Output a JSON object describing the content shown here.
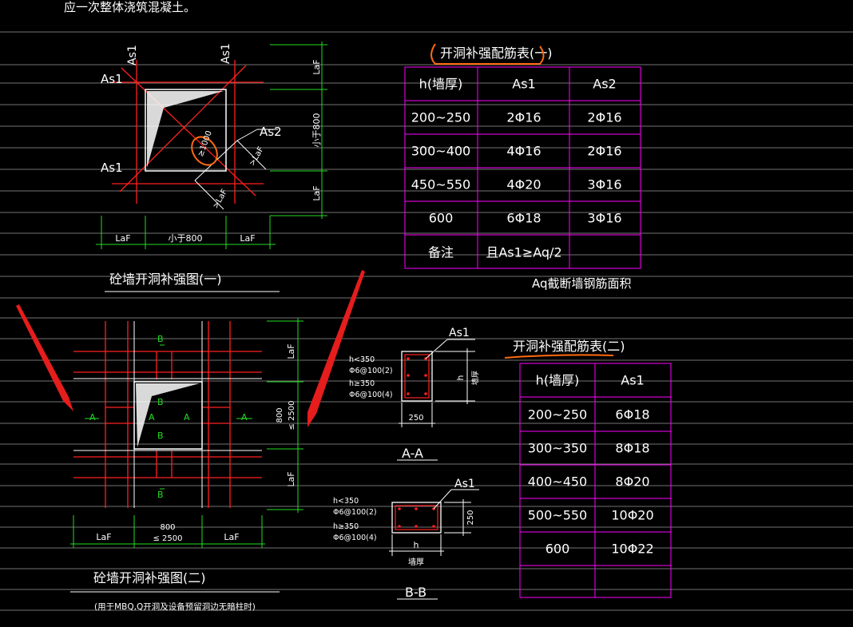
{
  "top_note": "应一次整体浇筑混凝土。",
  "diagram1": {
    "caption": "砼墙开洞补强图(一)",
    "as1_left_top": "As1",
    "as1_diag_top_left": "As1",
    "as1_diag_top_right": "As1",
    "as1_left_bottom": "As1",
    "as2_label": "As2",
    "hatch_label": "≥1000",
    "laf_diag_right": ">LaF",
    "laf_diag_bottom": ">LaF",
    "dim_right_top": "LaF",
    "dim_right_mid": "小于800",
    "dim_right_bottom": "LaF",
    "dim_bottom_left": "LaF",
    "dim_bottom_mid": "小于800",
    "dim_bottom_right": "LaF"
  },
  "table1": {
    "title": "开洞补强配筋表(一)",
    "headers": [
      "h(墙厚)",
      "As1",
      "As2"
    ],
    "rows": [
      [
        "200~250",
        "2Φ16",
        "2Φ16"
      ],
      [
        "300~400",
        "4Φ16",
        "2Φ16"
      ],
      [
        "450~550",
        "4Φ20",
        "3Φ16"
      ],
      [
        "600",
        "6Φ18",
        "3Φ16"
      ],
      [
        "备注",
        "且As1≥Aq/2",
        ""
      ]
    ],
    "note": "Aq截断墙钢筋面积"
  },
  "diagram2": {
    "caption": "砼墙开洞补强图(二)",
    "subcaption": "(用于MBQ,Q开洞及设备预留洞边无暗柱时)",
    "label_b_top": "B",
    "label_b_mid_top": "B",
    "label_b_mid_bottom": "B",
    "label_b_bottom": "B",
    "label_a_far_left": "A",
    "label_a_left": "A",
    "label_a_right": "A",
    "label_a_far_right": "A",
    "dim_right_top": "LaF",
    "dim_right_mid_1": "800",
    "dim_right_mid_2": "≤ 2500",
    "dim_right_bottom": "LaF",
    "dim_bottom_left": "LaF",
    "dim_bottom_mid_1": "800",
    "dim_bottom_mid_2": "≤ 2500",
    "dim_bottom_right": "LaF"
  },
  "section_aa": {
    "title": "A-A",
    "as1": "As1",
    "note1": "h<350",
    "note2": "Φ6@100(2)",
    "note3": "h≥350",
    "note4": "Φ6@100(4)",
    "dim_bottom": "250",
    "dim_right": "h",
    "wall_label": "墙厚"
  },
  "section_bb": {
    "title": "B-B",
    "as1": "As1",
    "note1": "h<350",
    "note2": "Φ6@100(2)",
    "note3": "h≥350",
    "note4": "Φ6@100(4)",
    "dim_right": "250",
    "dim_bottom": "h",
    "wall_label": "墙厚"
  },
  "table2": {
    "title": "开洞补强配筋表(二)",
    "headers": [
      "h(墙厚)",
      "As1"
    ],
    "rows": [
      [
        "200~250",
        "6Φ18"
      ],
      [
        "300~350",
        "8Φ18"
      ],
      [
        "400~450",
        "8Φ20"
      ],
      [
        "500~550",
        "10Φ20"
      ],
      [
        "600",
        "10Φ22"
      ],
      [
        "",
        ""
      ]
    ]
  },
  "colors": {
    "background": "#000000",
    "grid_lines": "#c8c8c8",
    "rebar_red": "#ff2020",
    "dim_green": "#22dd22",
    "table_magenta": "#ff00ff",
    "annotation_orange": "#ff6a10",
    "arrow_red": "#e51d1d",
    "text_white": "#ffffff"
  }
}
